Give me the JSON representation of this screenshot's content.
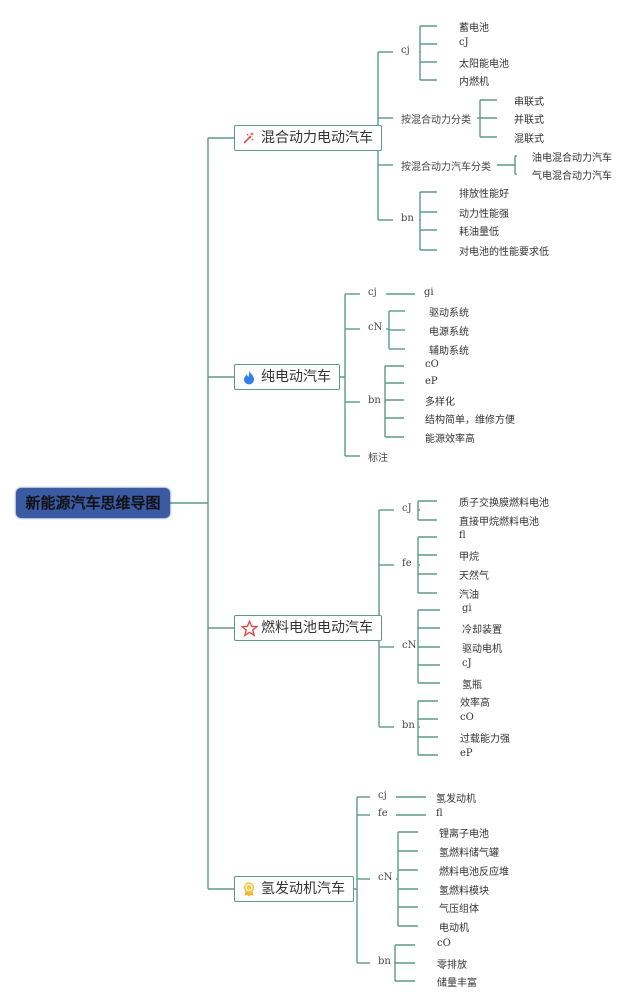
{
  "title": "新能源汽车思维导图",
  "colors": {
    "root_bg": "#3a5aa4",
    "line": "#5e9a86"
  },
  "branches": [
    {
      "label": "混合动力电动汽车",
      "icon": "tools-icon",
      "children": [
        {
          "label": "cj",
          "children": [
            "蓄电池",
            "cJ",
            "太阳能电池",
            "内燃机"
          ]
        },
        {
          "label": "按混合动力分类",
          "children": [
            "串联式",
            "并联式",
            "混联式"
          ]
        },
        {
          "label": "按混合动力汽车分类",
          "children": [
            "油电混合动力汽车",
            "气电混合动力汽车"
          ]
        },
        {
          "label": "bn",
          "children": [
            "排放性能好",
            "动力性能强",
            "耗油量低",
            "对电池的性能要求低"
          ]
        }
      ]
    },
    {
      "label": "纯电动汽车",
      "icon": "flame-icon",
      "children": [
        {
          "label": "cj",
          "children": [
            "gi"
          ]
        },
        {
          "label": "cN",
          "children": [
            "驱动系统",
            "电源系统",
            "辅助系统"
          ]
        },
        {
          "label": "bn",
          "children": [
            "cO",
            "eP",
            "多样化",
            "结构简单，维修方便",
            "能源效率高"
          ]
        },
        {
          "label": "标注",
          "children": []
        }
      ]
    },
    {
      "label": "燃料电池电动汽车",
      "icon": "star-icon",
      "children": [
        {
          "label": "cJ",
          "children": [
            "质子交换膜燃料电池",
            "直接甲烷燃料电池"
          ]
        },
        {
          "label": "fe",
          "children": [
            "fl",
            "甲烷",
            "天然气",
            "汽油"
          ]
        },
        {
          "label": "cN",
          "children": [
            "gi",
            "冷却装置",
            "驱动电机",
            "cJ",
            "氢瓶"
          ]
        },
        {
          "label": "bn",
          "children": [
            "效率高",
            "cO",
            "过载能力强",
            "eP"
          ]
        }
      ]
    },
    {
      "label": "氢发动机汽车",
      "icon": "medal-icon",
      "children": [
        {
          "label": "cj",
          "children": [
            "氢发动机"
          ]
        },
        {
          "label": "fe",
          "children": [
            "fl"
          ]
        },
        {
          "label": "cN",
          "children": [
            "锂离子电池",
            "氢燃料储气罐",
            "燃料电池反应堆",
            "氢燃料模块",
            "气压组体",
            "电动机"
          ]
        },
        {
          "label": "bn",
          "children": [
            "cO",
            "零排放",
            "储量丰富"
          ]
        }
      ]
    }
  ]
}
